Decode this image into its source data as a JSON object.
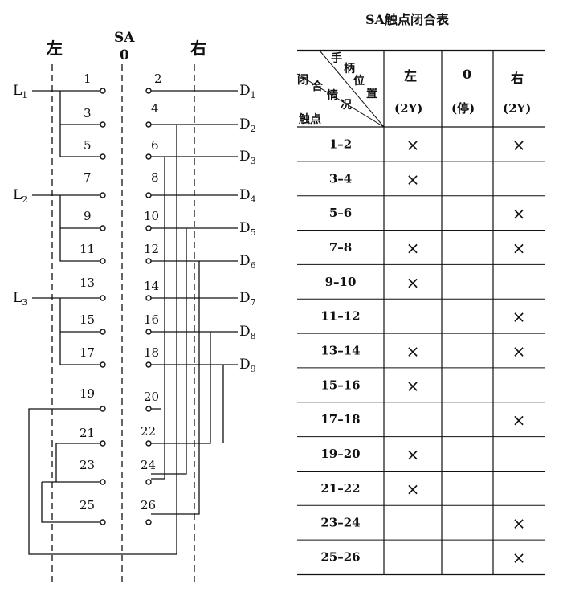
{
  "diagram": {
    "switch_label": "SA",
    "zero_label": "0",
    "left_label": "左",
    "right_label": "右",
    "inputs": [
      {
        "main": "L",
        "sub": "1"
      },
      {
        "main": "L",
        "sub": "2"
      },
      {
        "main": "L",
        "sub": "3"
      }
    ],
    "outputs": [
      {
        "main": "D",
        "sub": "1"
      },
      {
        "main": "D",
        "sub": "2"
      },
      {
        "main": "D",
        "sub": "3"
      },
      {
        "main": "D",
        "sub": "4"
      },
      {
        "main": "D",
        "sub": "5"
      },
      {
        "main": "D",
        "sub": "6"
      },
      {
        "main": "D",
        "sub": "7"
      },
      {
        "main": "D",
        "sub": "8"
      },
      {
        "main": "D",
        "sub": "9"
      }
    ],
    "left_contacts": [
      "1",
      "3",
      "5",
      "7",
      "9",
      "11",
      "13",
      "15",
      "17",
      "19",
      "21",
      "23",
      "25"
    ],
    "right_contacts": [
      "2",
      "4",
      "6",
      "8",
      "10",
      "12",
      "14",
      "16",
      "18",
      "20",
      "22",
      "24",
      "26"
    ]
  },
  "table": {
    "title": "SA触点闭合表",
    "header": {
      "diag_top": [
        "手",
        "柄",
        "位",
        "置"
      ],
      "diag_mid": [
        "闭",
        "合",
        "情",
        "况"
      ],
      "diag_bottom": "触点",
      "columns": [
        {
          "top": "左",
          "bottom": "(2Y)"
        },
        {
          "top": "0",
          "bottom": "(停)"
        },
        {
          "top": "右",
          "bottom": "(2Y)"
        }
      ]
    },
    "rows": [
      {
        "contact": "1–2",
        "marks": [
          "×",
          "",
          "×"
        ]
      },
      {
        "contact": "3–4",
        "marks": [
          "×",
          "",
          ""
        ]
      },
      {
        "contact": "5–6",
        "marks": [
          "",
          "",
          "×"
        ]
      },
      {
        "contact": "7–8",
        "marks": [
          "×",
          "",
          "×"
        ]
      },
      {
        "contact": "9–10",
        "marks": [
          "×",
          "",
          ""
        ]
      },
      {
        "contact": "11–12",
        "marks": [
          "",
          "",
          "×"
        ]
      },
      {
        "contact": "13–14",
        "marks": [
          "×",
          "",
          "×"
        ]
      },
      {
        "contact": "15–16",
        "marks": [
          "×",
          "",
          ""
        ]
      },
      {
        "contact": "17–18",
        "marks": [
          "",
          "",
          "×"
        ]
      },
      {
        "contact": "19–20",
        "marks": [
          "×",
          "",
          ""
        ]
      },
      {
        "contact": "21–22",
        "marks": [
          "×",
          "",
          ""
        ]
      },
      {
        "contact": "23–24",
        "marks": [
          "",
          "",
          "×"
        ]
      },
      {
        "contact": "25–26",
        "marks": [
          "",
          "",
          "×"
        ]
      }
    ]
  }
}
